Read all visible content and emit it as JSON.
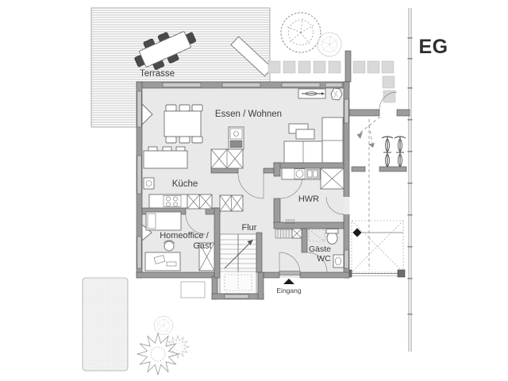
{
  "document": {
    "type": "floor-plan-ground-floor",
    "floor_label": "EG"
  },
  "rooms": {
    "terrace": "Terrasse",
    "living_dining": "Essen / Wohnen",
    "kitchen": "Küche",
    "utility": "HWR",
    "hall": "Flur",
    "office_line1": "Homeoffice /",
    "office_line2": "Gast",
    "guest_wc_line1": "Gäste",
    "guest_wc_line2": "WC",
    "entrance": "Eingang"
  },
  "symbols": {
    "entrance_marker": "black-triangle-arrow",
    "stair_direction": "diagonal-arrow-up",
    "outdoor_dining": "table-with-six-chairs",
    "carport_parking": "dashed-cross-square",
    "bicycles": 2
  },
  "colors": {
    "background": "#ffffff",
    "floor_fill": "#e9e9e9",
    "wall_fill": "#9c9c9c",
    "wall_outline": "#4f4f4f",
    "window_fill": "#c9c9c9",
    "furniture_stroke": "#6f6f6f",
    "terrace_hatch": "#bcbcbc",
    "text": "#3c3c3c",
    "dark_chair": "#4a4a4a"
  }
}
